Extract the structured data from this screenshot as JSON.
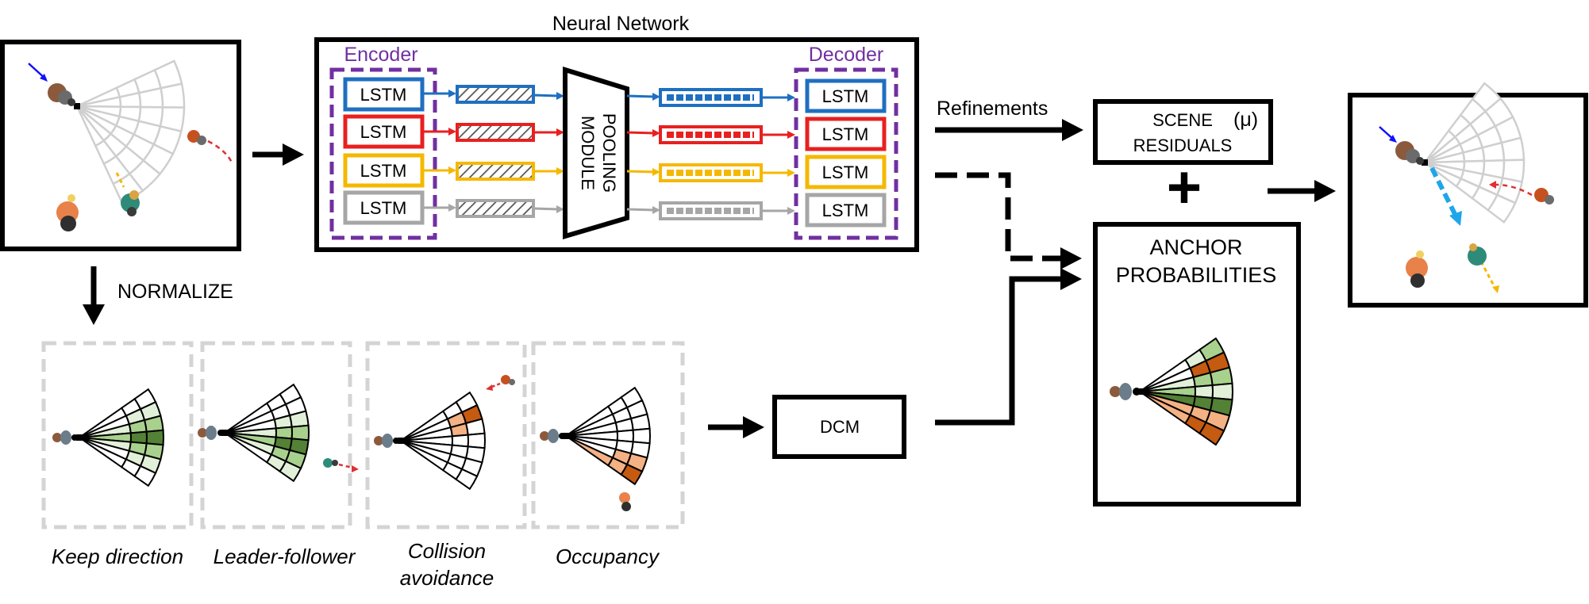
{
  "title": "Neural Network",
  "encoder": {
    "label": "Encoder",
    "cells": [
      "LSTM",
      "LSTM",
      "LSTM",
      "LSTM"
    ]
  },
  "decoder": {
    "label": "Decoder",
    "cells": [
      "LSTM",
      "LSTM",
      "LSTM",
      "LSTM"
    ]
  },
  "pooling": {
    "line1": "POOLING",
    "line2": "MODULE"
  },
  "refinements_label": "Refinements",
  "scene_residuals": {
    "line1": "SCENE",
    "line2": "RESIDUALS",
    "mu": "(μ)"
  },
  "plus": "+",
  "anchor": {
    "line1": "ANCHOR",
    "line2": "PROBABILITIES"
  },
  "normalize_label": "NORMALIZE",
  "dcm_label": "DCM",
  "behaviours": [
    {
      "line1": "Keep direction",
      "line2": ""
    },
    {
      "line1": "Leader-follower",
      "line2": ""
    },
    {
      "line1": "Collision",
      "line2": "avoidance"
    },
    {
      "line1": "Occupancy",
      "line2": ""
    }
  ],
  "colors": {
    "blue": "#1f6fc1",
    "red": "#e82020",
    "yellow": "#f5b800",
    "gray": "#a6a6a6",
    "purple": "#7030a0",
    "dark_green": "#538135",
    "mid_green": "#a9d18e",
    "light_green": "#e2f0d9",
    "dark_orange": "#c55a11",
    "light_orange": "#f4b183"
  }
}
